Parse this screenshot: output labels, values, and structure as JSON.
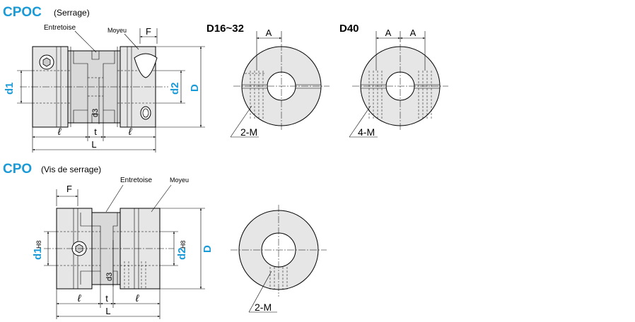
{
  "cpoc": {
    "title": "CPOC",
    "subtitle": "(Serrage)",
    "label_spacer": "Entretoise",
    "label_hub": "Moyeu",
    "dim_F": "F",
    "dim_d1": "d1",
    "dim_d2": "d2",
    "dim_D": "D",
    "dim_d3": "d3",
    "dim_l_left": "ℓ",
    "dim_t": "t",
    "dim_l_right": "ℓ",
    "dim_L": "L"
  },
  "end_views": {
    "d16_title": "D16~32",
    "d16_dim_A": "A",
    "d16_label": "2-M",
    "d40_title": "D40",
    "d40_dim_A1": "A",
    "d40_dim_A2": "A",
    "d40_label": "4-M"
  },
  "cpo": {
    "title": "CPO",
    "subtitle": "(Vis de serrage)",
    "label_spacer": "Entretoise",
    "label_hub": "Moyeu",
    "dim_F": "F",
    "dim_d1": "d1",
    "dim_d1_tol": "H8",
    "dim_d2": "d2",
    "dim_d2_tol": "H8",
    "dim_D": "D",
    "dim_d3": "d3",
    "dim_l_left": "ℓ",
    "dim_t": "t",
    "dim_l_right": "ℓ",
    "dim_L": "L",
    "end_label": "2-M"
  }
}
